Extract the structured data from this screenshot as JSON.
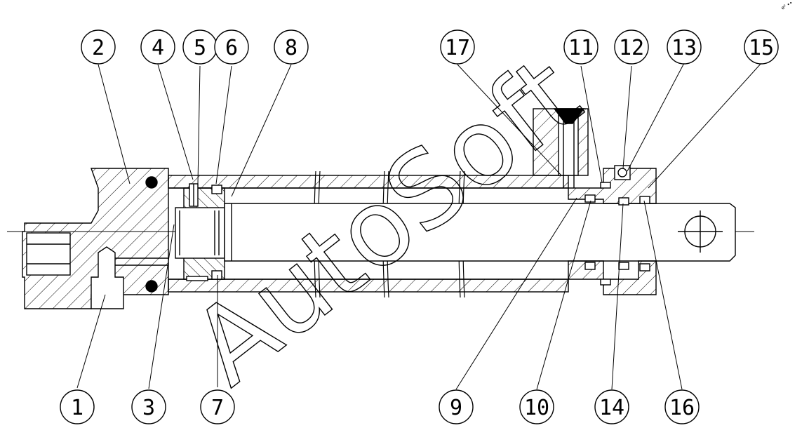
{
  "diagram": {
    "top_balloons": [
      "2",
      "4",
      "5",
      "6",
      "8",
      "17",
      "11",
      "12",
      "13",
      "15"
    ],
    "bottom_balloons": [
      "1",
      "3",
      "7",
      "9",
      "10",
      "14",
      "16"
    ],
    "watermark": "AutoSoft",
    "corner_mark": "e² ••"
  }
}
